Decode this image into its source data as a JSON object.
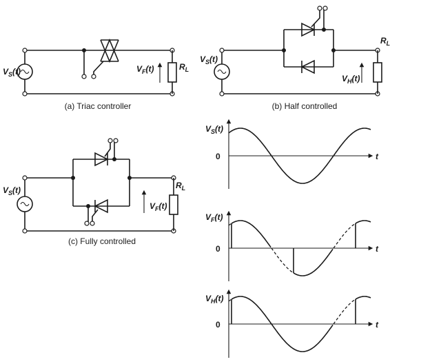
{
  "circuits": {
    "a": {
      "caption": "(a) Triac controller",
      "source_label": "V_S(t)",
      "voltage_label": "V_F(t)",
      "load_label": "R_L"
    },
    "b": {
      "caption": "(b) Half controlled",
      "source_label": "V_S(t)",
      "voltage_label": "V_H(t)",
      "load_label": "R_L"
    },
    "c": {
      "caption": "(c) Fully controlled",
      "source_label": "V_S(t)",
      "voltage_label": "V_F(t)",
      "load_label": "R_L"
    }
  },
  "waveforms": {
    "source": {
      "label": "V_S(t)",
      "zero": "0",
      "time_label": "t"
    },
    "full": {
      "label": "V_F(t)",
      "zero": "0",
      "time_label": "t"
    },
    "half": {
      "label": "V_H(t)",
      "zero": "0",
      "time_label": "t"
    }
  }
}
